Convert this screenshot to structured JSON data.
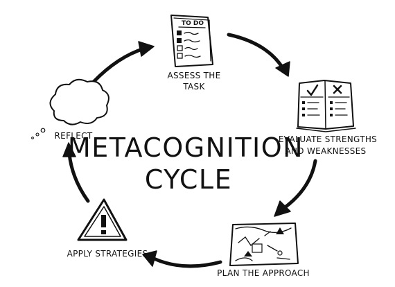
{
  "title": {
    "line1": "METACOGNITION",
    "line2": "CYCLE"
  },
  "stages": {
    "assess": {
      "line1": "ASSESS THE",
      "line2": "TASK",
      "icon": "todo-list-icon",
      "icon_text": "TO DO"
    },
    "evaluate": {
      "line1": "EVALUATE STRENGTHS",
      "line2": "AND WEAKNESSES",
      "icon": "checklist-book-icon"
    },
    "plan": {
      "line1": "PLAN THE APPROACH",
      "icon": "plan-map-icon"
    },
    "apply": {
      "line1": "APPLY STRATEGIES",
      "icon": "warning-sign-icon"
    },
    "reflect": {
      "line1": "REFLECT",
      "icon": "thought-cloud-icon"
    }
  }
}
